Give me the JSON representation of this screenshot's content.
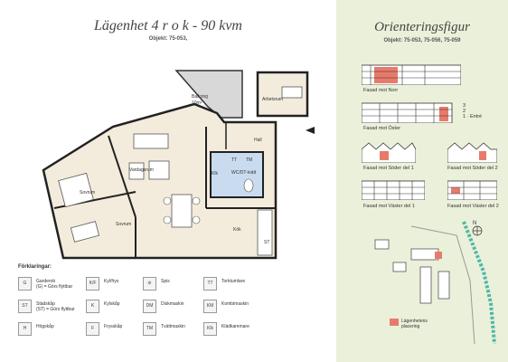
{
  "header": {
    "title": "Lägenhet 4 r o k - 90 kvm",
    "object": "Objekt: 75-053,"
  },
  "orientation": {
    "title": "Orienteringsfigur",
    "objects": "Objekt: 75-053, 75-056, 75-059"
  },
  "plan_labels": {
    "balkong": "Balkong",
    "balkong_area": "10m²",
    "arbetsrum": "Arbetsrum",
    "hall": "Hall",
    "vardagsrum": "Vardagsrum",
    "sovrum1": "Sovrum",
    "sovrum2": "Sovrum",
    "klk": "Klk",
    "wc": "WC/DT-tvätt",
    "tt": "TT",
    "tm": "TM",
    "kok": "Kök",
    "st": "ST"
  },
  "legend": {
    "heading": "Förklaringar:",
    "items": [
      {
        "code": "G",
        "text": "Garderob",
        "note": "(G) = Görs flyttbar"
      },
      {
        "code": "K/F",
        "text": "Kyl/frys",
        "note": ""
      },
      {
        "code": "",
        "text": "Spis",
        "note": ""
      },
      {
        "code": "TT",
        "text": "Torktumlare",
        "note": ""
      },
      {
        "code": "ST",
        "text": "Städskåp",
        "note": "(ST) = Görs flyttbar"
      },
      {
        "code": "K",
        "text": "Kylskåp",
        "note": ""
      },
      {
        "code": "DM",
        "text": "Diskmaskin",
        "note": ""
      },
      {
        "code": "KM",
        "text": "Kombimaskin",
        "note": ""
      },
      {
        "code": "H",
        "text": "Högskåp",
        "note": ""
      },
      {
        "code": "F",
        "text": "Frysskåp",
        "note": ""
      },
      {
        "code": "TM",
        "text": "Tvättmaskin",
        "note": ""
      },
      {
        "code": "Klk",
        "text": "Klädkammare",
        "note": ""
      }
    ]
  },
  "facades": {
    "norr": "Fasad mot Norr",
    "oster": "Fasad mot Öster",
    "soder1": "Fasad mot Söder del 1",
    "soder2": "Fasad mot Söder del 2",
    "vaster1": "Fasad mot Väster del 1",
    "vaster2": "Fasad mot Väster del 2",
    "floor_numbers": [
      "3",
      "2",
      "1"
    ],
    "entre": "1 · Entré"
  },
  "map": {
    "north": "N",
    "placement_label": "Lägenhetens placering"
  },
  "colors": {
    "floor": "#f3ecdc",
    "wet_room": "#c9dcef",
    "balcony": "#d8d8d8",
    "right_panel": "#eaf0d9",
    "highlight": "#e77b6b",
    "water": "#4db8a8"
  }
}
